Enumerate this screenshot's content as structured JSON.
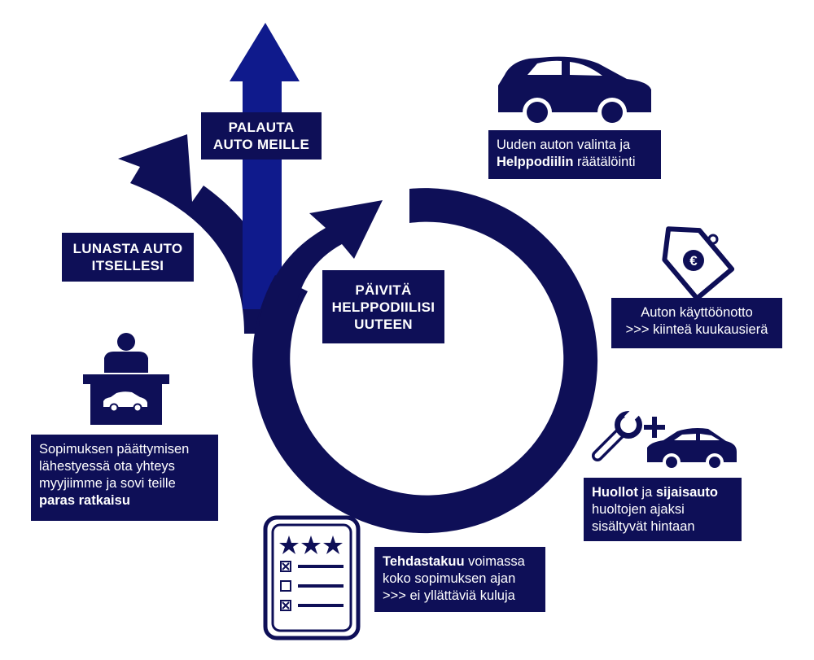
{
  "colors": {
    "navy": "#0e0f57",
    "blue": "#0f1a8c",
    "white": "#ffffff"
  },
  "labels": {
    "palauta": [
      "PALAUTA",
      "AUTO MEILLE"
    ],
    "lunasta": [
      "LUNASTA AUTO",
      "ITSELLESI"
    ],
    "paivita": [
      "PÄIVITÄ",
      "HELPPODIILISI",
      "UUTEEN"
    ]
  },
  "info": {
    "new_car": {
      "line1": "Uuden auton valinta ja",
      "bold": "Helppodiilin",
      "line2_rest": " räätälöinti"
    },
    "deployment": {
      "line1": "Auton käyttöönotto",
      "line2": ">>> kiinteä kuukausierä"
    },
    "service": {
      "bold1": "Huollot",
      "mid": " ja ",
      "bold2": "sijaisauto",
      "line2": "huoltojen ajaksi",
      "line3": "sisältyvät hintaan"
    },
    "warranty": {
      "bold": "Tehdastakuu",
      "line1_rest": " voimassa",
      "line2": "koko sopimuksen ajan",
      "line3": ">>> ei yllättäviä kuluja"
    },
    "contract_end": {
      "line1": "Sopimuksen päättymisen",
      "line2": "lähestyessä ota yhteys",
      "line3": "myyjiimme ja sovi teille",
      "bold": "paras ratkaisu"
    }
  },
  "icons": [
    "car-icon",
    "euro-price-tag-icon",
    "wrench-icon",
    "plus-icon",
    "checklist-rating-icon",
    "salesperson-desk-icon"
  ]
}
